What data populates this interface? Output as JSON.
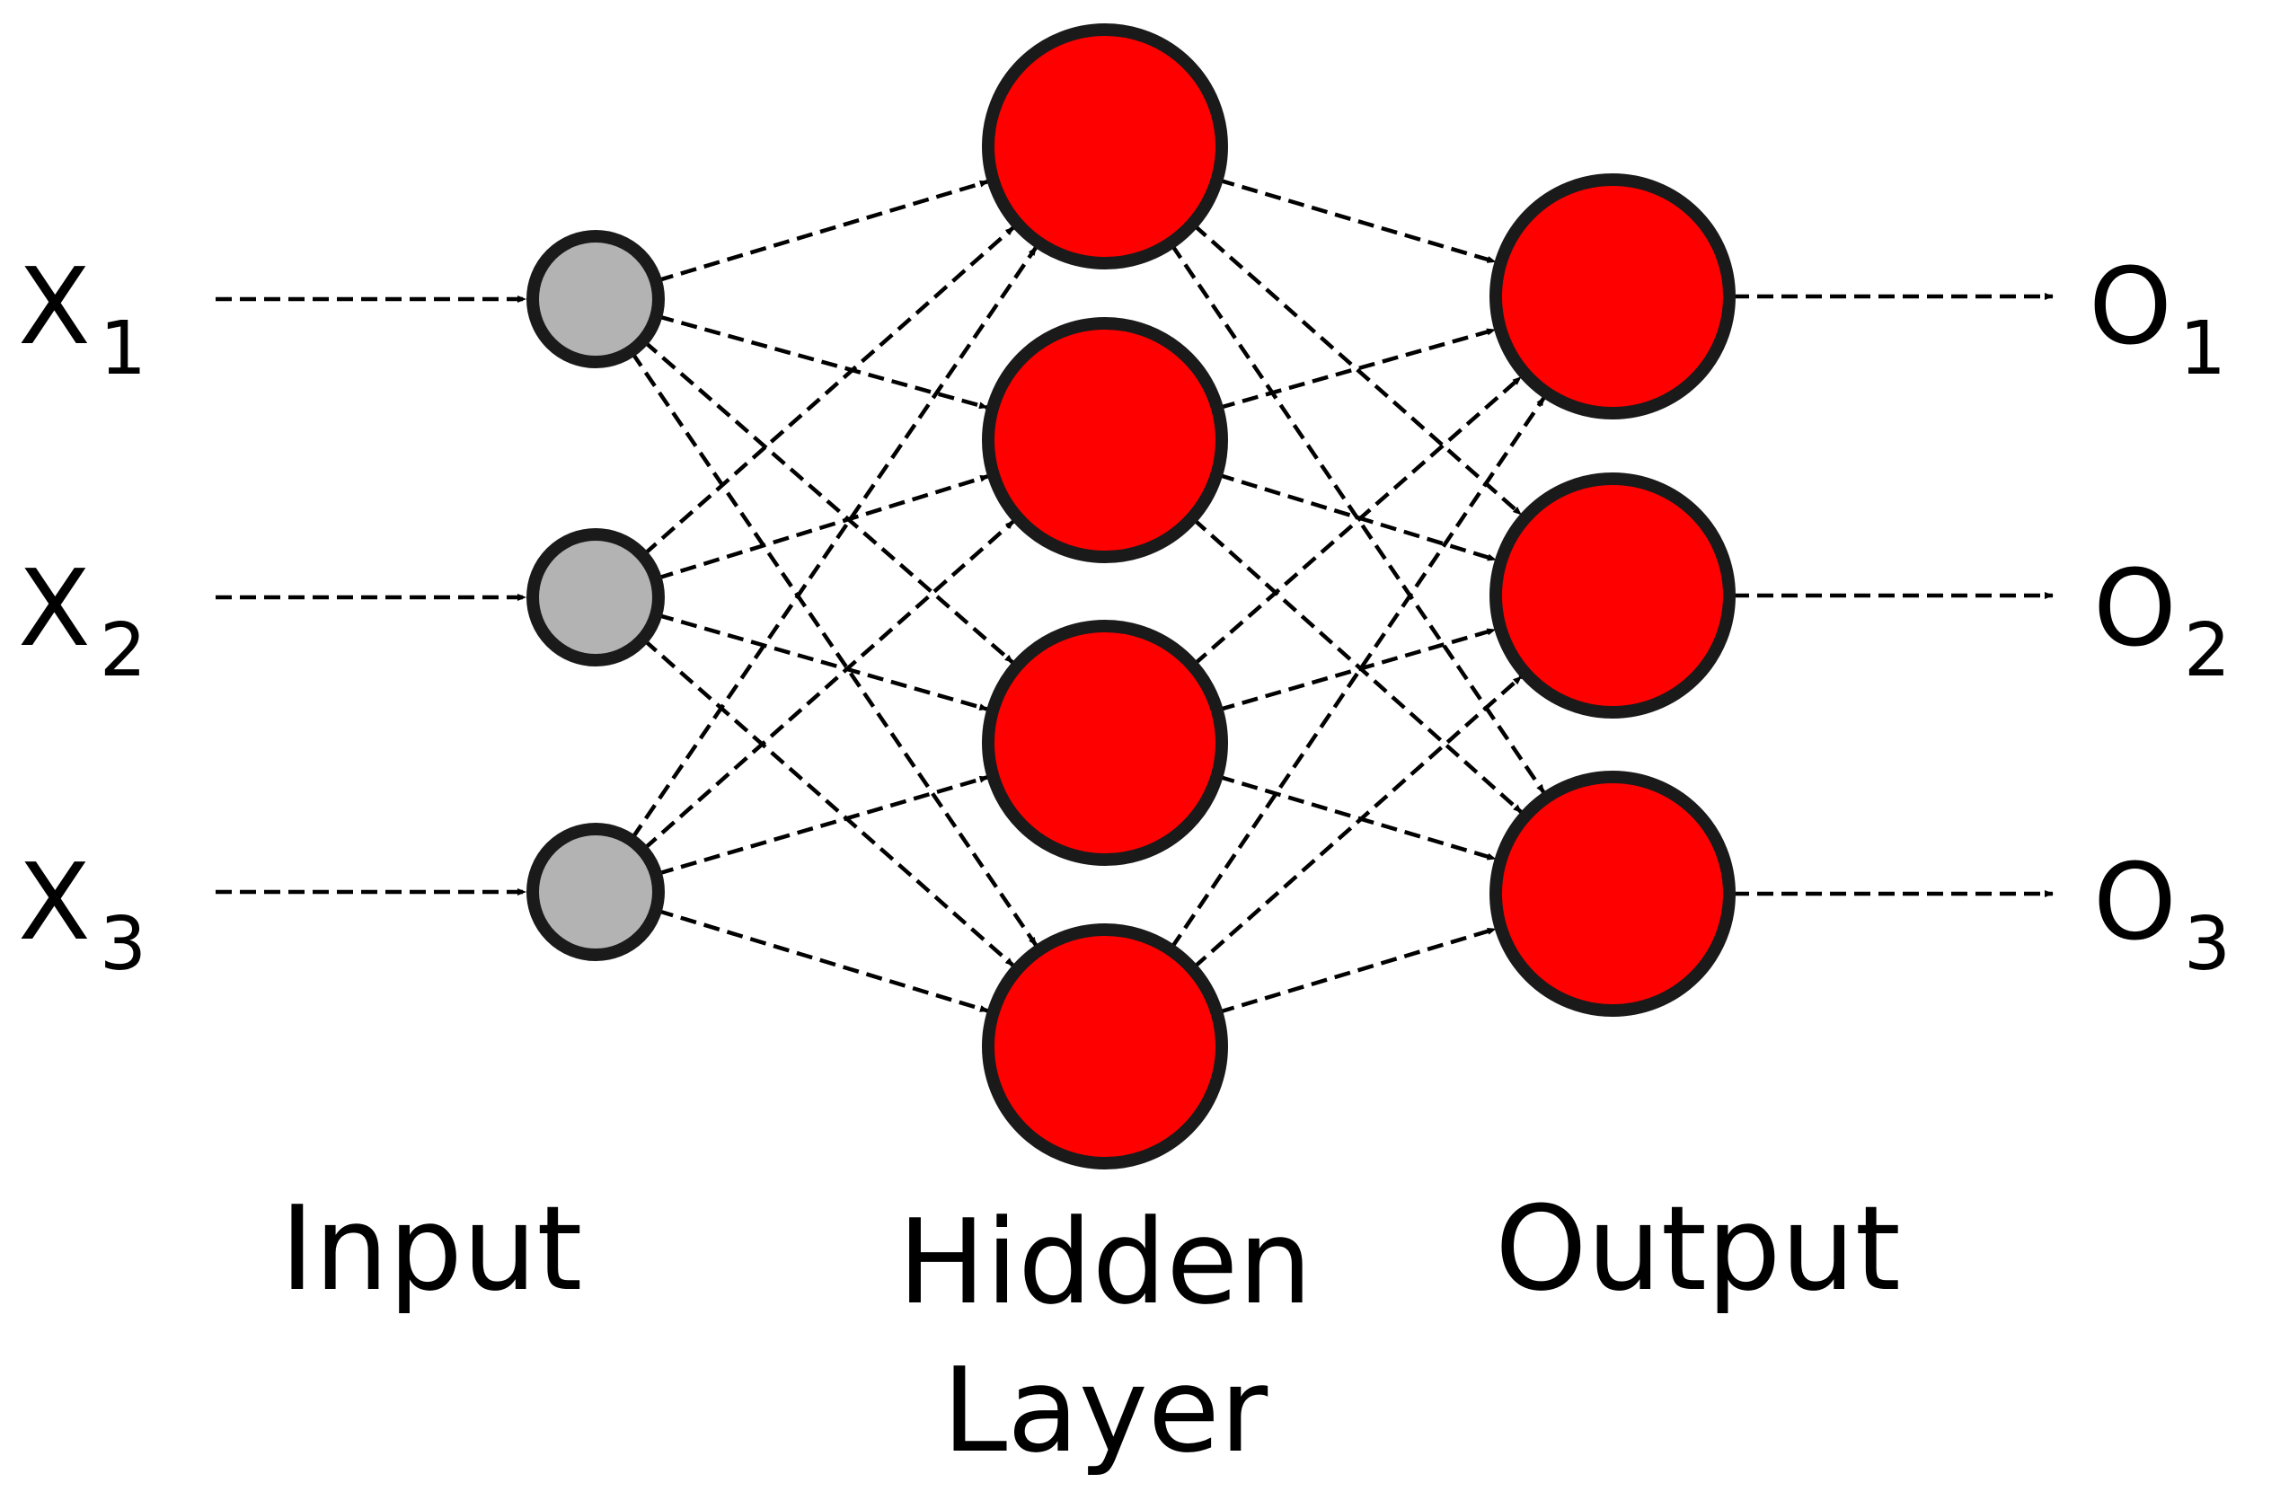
{
  "diagram": {
    "inputs": [
      {
        "letter": "X",
        "sub": "1"
      },
      {
        "letter": "X",
        "sub": "2"
      },
      {
        "letter": "X",
        "sub": "3"
      }
    ],
    "outputs": [
      {
        "letter": "O",
        "sub": "1"
      },
      {
        "letter": "O",
        "sub": "2"
      },
      {
        "letter": "O",
        "sub": "3"
      }
    ],
    "layer_labels": {
      "input": "Input",
      "hidden_line1": "Hidden",
      "hidden_line2": "Layer",
      "output": "Output"
    },
    "layers": {
      "input_nodes": 3,
      "hidden_nodes": 4,
      "output_nodes": 3
    },
    "colors": {
      "input_node": "#b3b3b3",
      "hidden_node": "#ff0000",
      "output_node": "#ff0000",
      "stroke": "#1a1a1a",
      "edge": "#000000"
    },
    "edges": "dashed-arrows-fully-connected"
  }
}
